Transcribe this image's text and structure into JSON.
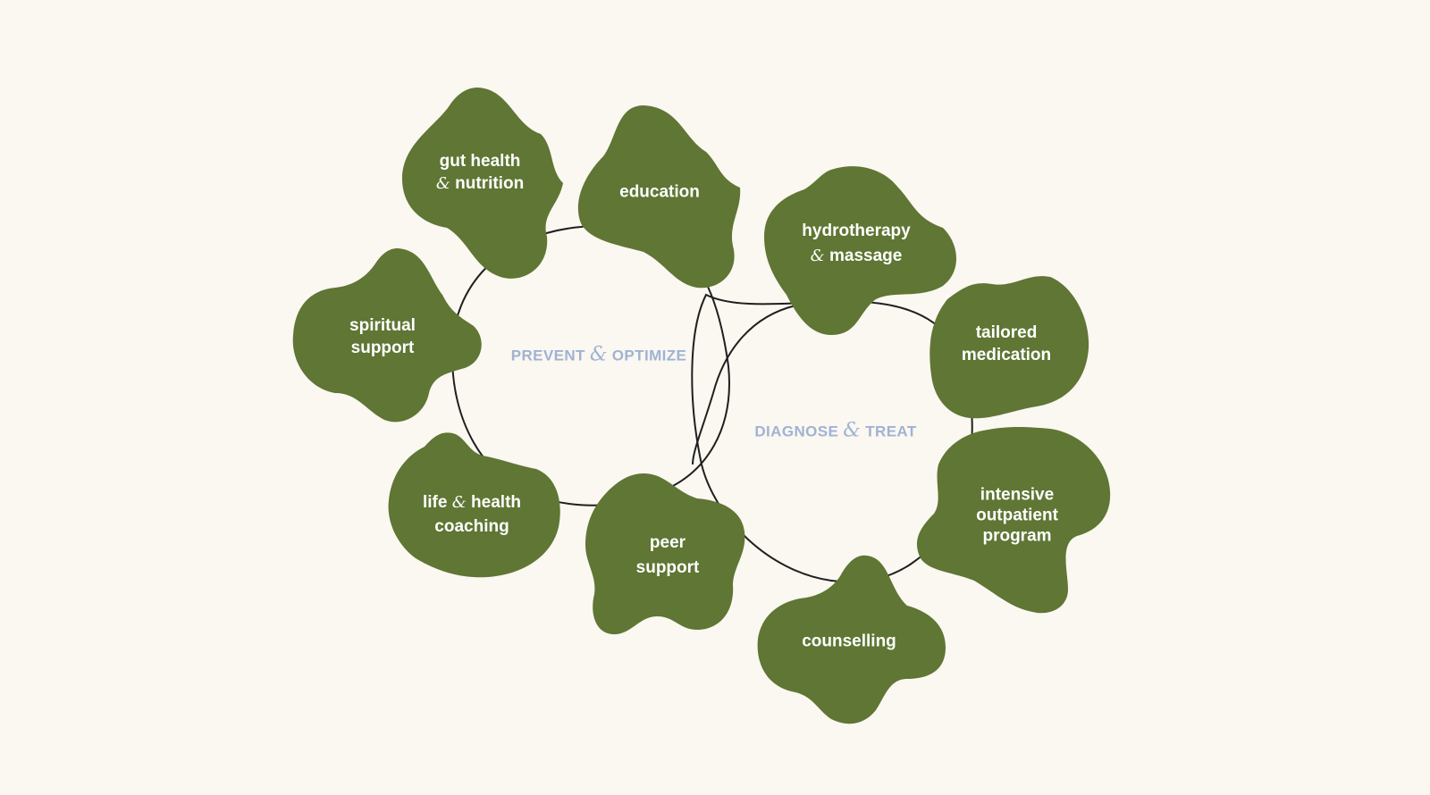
{
  "colors": {
    "background": "#fbf7f1",
    "blob": "#5f7634",
    "label_text": "#ffffff",
    "cycle_label": "#9fb3d3",
    "line": "#1f1f1f"
  },
  "cycles": {
    "prevent": {
      "left": "PREVENT",
      "amp": "&",
      "right": "OPTIMIZE"
    },
    "diagnose": {
      "left": "DIAGNOSE",
      "amp": "&",
      "right": "TREAT"
    }
  },
  "services": {
    "gut": {
      "line1": "gut health",
      "amp": "&",
      "line2": "nutrition"
    },
    "education": {
      "line1": "education"
    },
    "hydro": {
      "line1": "hydrotherapy",
      "amp": "&",
      "line2": "massage"
    },
    "spiritual": {
      "line1": "spiritual",
      "line2": "support"
    },
    "tailored": {
      "line1": "tailored",
      "line2": "medication"
    },
    "life": {
      "line1a": "life",
      "amp": "&",
      "line1b": "health",
      "line2": "coaching"
    },
    "peer": {
      "line1": "peer",
      "line2": "support"
    },
    "intensive": {
      "line1": "intensive",
      "line2": "outpatient",
      "line3": "program"
    },
    "counselling": {
      "line1": "counselling"
    }
  }
}
